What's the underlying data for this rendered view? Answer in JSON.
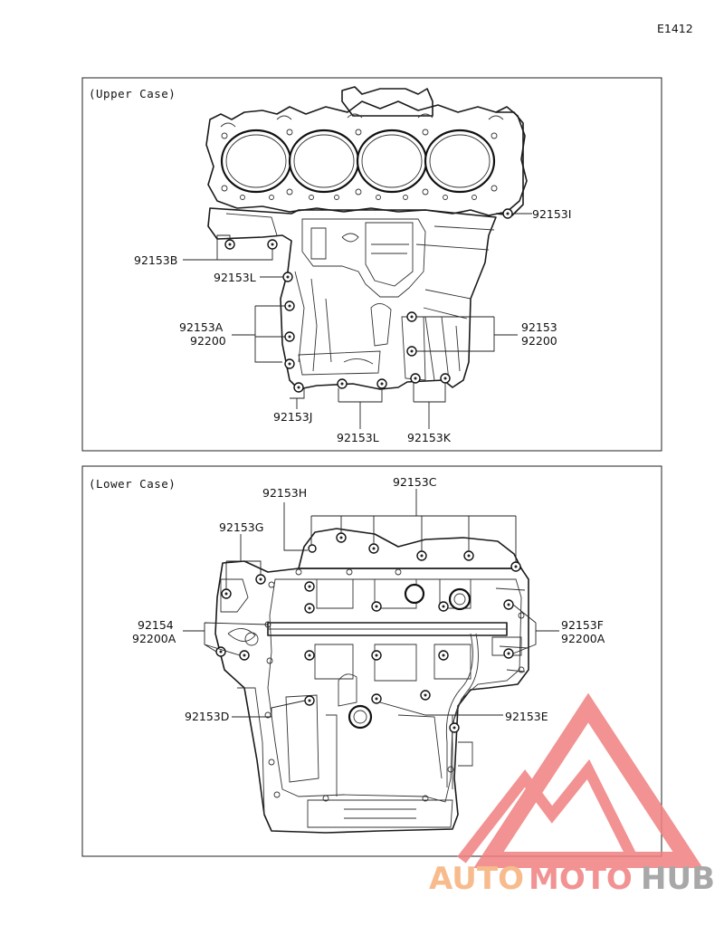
{
  "diagram_code": "E1412",
  "upper_case": {
    "caption": "(Upper Case)",
    "labels": {
      "b": "92153B",
      "i": "92153I",
      "l1": "92153L",
      "a": "92153A",
      "a2": "92200",
      "r1": "92153",
      "r2": "92200",
      "j": "92153J",
      "l2": "92153L",
      "k": "92153K"
    }
  },
  "lower_case": {
    "caption": "(Lower Case)",
    "labels": {
      "h": "92153H",
      "c": "92153C",
      "g": "92153G",
      "p1": "92154",
      "p2": "92200A",
      "f1": "92153F",
      "f2": "92200A",
      "d": "92153D",
      "e": "92153E"
    }
  },
  "watermark": {
    "part1": "AUTO",
    "part2": "MOTO",
    "part3": "HUB",
    "color_orange": "#f7b07a",
    "color_red": "#f08080",
    "color_gray": "#9a9a9a"
  }
}
